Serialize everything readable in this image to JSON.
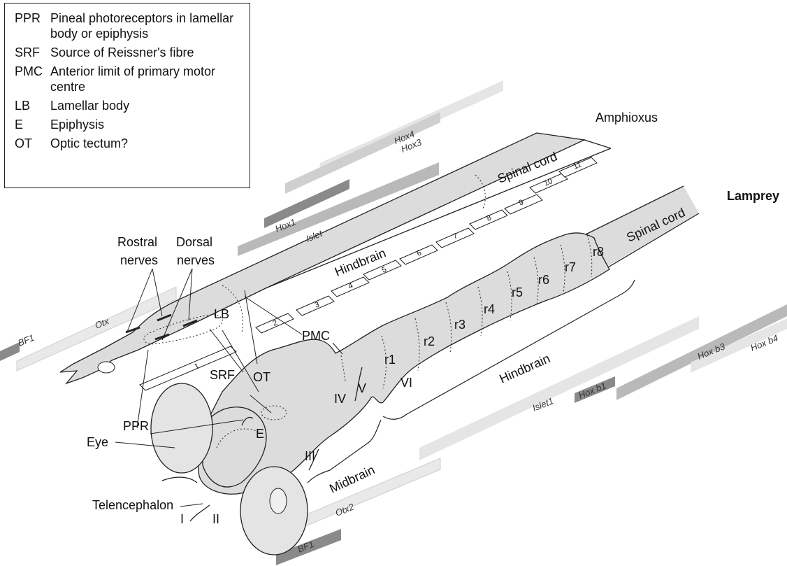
{
  "legend": {
    "items": [
      {
        "abbr": "PPR",
        "text": "Pineal photoreceptors in lamellar body or epiphysis"
      },
      {
        "abbr": "SRF",
        "text": "Source of Reissner's fibre"
      },
      {
        "abbr": "PMC",
        "text": "Anterior limit of primary motor centre"
      },
      {
        "abbr": "LB",
        "text": "Lamellar body"
      },
      {
        "abbr": "E",
        "text": "Epiphysis"
      },
      {
        "abbr": "OT",
        "text": "Optic tectum?"
      }
    ]
  },
  "organisms": {
    "amphioxus": "Amphioxus",
    "lamprey": "Lamprey"
  },
  "amphioxus": {
    "spinal_cord": "Spinal cord",
    "hindbrain": "Hindbrain",
    "segments": [
      "1",
      "2",
      "3",
      "4",
      "5",
      "6",
      "7",
      "8",
      "9",
      "10",
      "11"
    ],
    "rostral_nerves": [
      "Rostral",
      "nerves"
    ],
    "dorsal_nerves": [
      "Dorsal",
      "nerves"
    ],
    "lb": "LB",
    "ppr": "PPR",
    "srf": "SRF",
    "pmc": "PMC",
    "eye": "Eye"
  },
  "amphioxus_genes": {
    "bf1": "BF1",
    "otx": "Otx",
    "hox1": "Hox1",
    "islet": "Islet",
    "hox3": "Hox3",
    "hox4": "Hox4"
  },
  "lamprey": {
    "spinal_cord": "Spinal cord",
    "hindbrain": "Hindbrain",
    "midbrain": "Midbrain",
    "telencephalon": "Telencephalon",
    "ot": "OT",
    "e": "E",
    "rhombomeres": [
      "r1",
      "r2",
      "r3",
      "r4",
      "r5",
      "r6",
      "r7",
      "r8"
    ],
    "nerves": [
      "I",
      "II",
      "III",
      "IV",
      "V",
      "VI"
    ]
  },
  "lamprey_genes": {
    "otx2": "Otx2",
    "bf1": "BF1",
    "islet1": "Islet1",
    "hoxb1": "Hox b1",
    "hoxb3": "Hox b3",
    "hoxb4": "Hox b4"
  },
  "colors": {
    "tissue": "#dcdcdc",
    "light_bar": "#e7e7e7",
    "mid_bar": "#b9b9b9",
    "dark_bar": "#8a8a8a",
    "line": "#222222"
  }
}
